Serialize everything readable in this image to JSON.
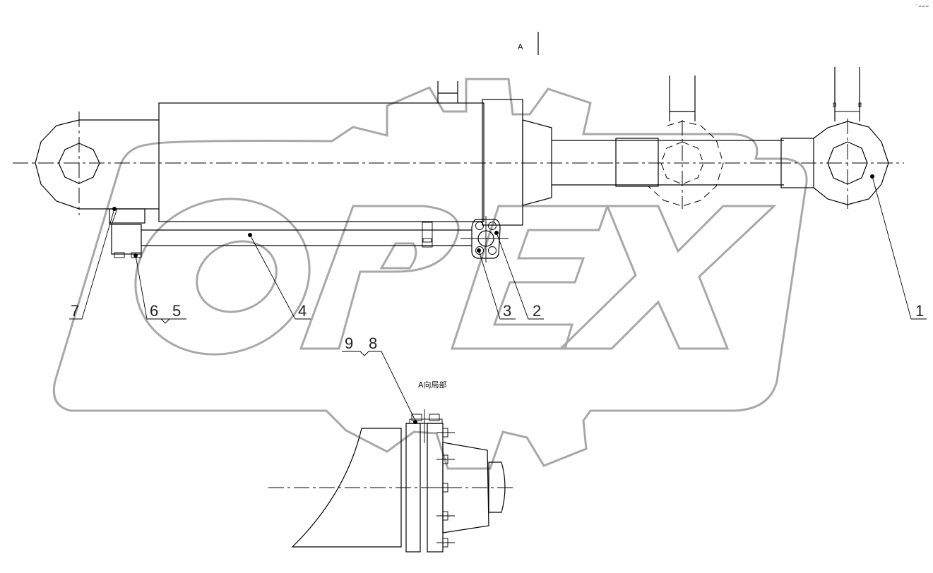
{
  "drawing": {
    "view_marker": "A",
    "detail_view_title": "A向局部",
    "corner_mark": "″ ===",
    "watermark": "OPEX",
    "colors": {
      "line": "#000000",
      "watermark": "#a8a8a8",
      "background": "#ffffff"
    }
  },
  "callouts": [
    {
      "id": "1",
      "label": "1",
      "target": "rod-end-eye"
    },
    {
      "id": "2",
      "label": "2",
      "target": "flange-body"
    },
    {
      "id": "3",
      "label": "3",
      "target": "flange-bolt"
    },
    {
      "id": "4",
      "label": "4",
      "target": "hydraulic-pipe"
    },
    {
      "id": "5",
      "label": "5",
      "target": "block-bolt"
    },
    {
      "id": "6",
      "label": "6",
      "target": "block-washer"
    },
    {
      "id": "7",
      "label": "7",
      "target": "weld-seam"
    },
    {
      "id": "8",
      "label": "8",
      "target": "detail-bolt"
    },
    {
      "id": "9",
      "label": "9",
      "target": "detail-washer"
    }
  ]
}
